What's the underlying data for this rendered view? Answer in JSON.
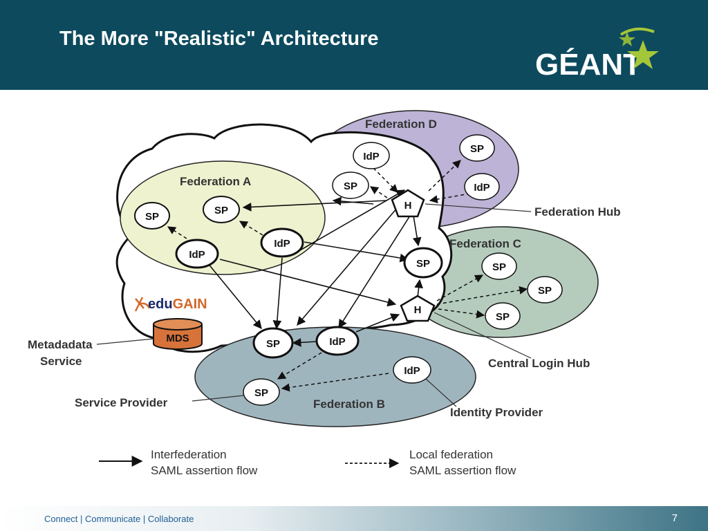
{
  "slide": {
    "title": "The More \"Realistic\" Architecture",
    "logo_text": "GÉANT",
    "footer_text": "Connect | Communicate | Collaborate",
    "page_number": "7"
  },
  "diagram": {
    "federations": {
      "a": "Federation A",
      "b": "Federation B",
      "c": "Federation C",
      "d": "Federation D"
    },
    "nodes": {
      "sp": "SP",
      "idp": "IdP",
      "hub": "H",
      "mds": "MDS"
    },
    "edugain": {
      "prefix": "edu",
      "suffix": "GAIN"
    },
    "callouts": {
      "federation_hub": "Federation Hub",
      "central_login_hub": "Central Login Hub",
      "identity_provider": "Identity Provider",
      "service_provider": "Service Provider",
      "metadata_service_line1": "Metadadata",
      "metadata_service_line2": "Service"
    },
    "legend": {
      "solid_line1": "Interfederation",
      "solid_line2": "SAML assertion flow",
      "dashed_line1": "Local federation",
      "dashed_line2": "SAML assertion flow"
    }
  },
  "colors": {
    "header": "#0d4a5e",
    "federation_a": "#eef2cf",
    "federation_b": "#9fb5be",
    "federation_c": "#b5ccbd",
    "federation_d": "#bcb3d6",
    "logo_star": "#a4c639"
  }
}
